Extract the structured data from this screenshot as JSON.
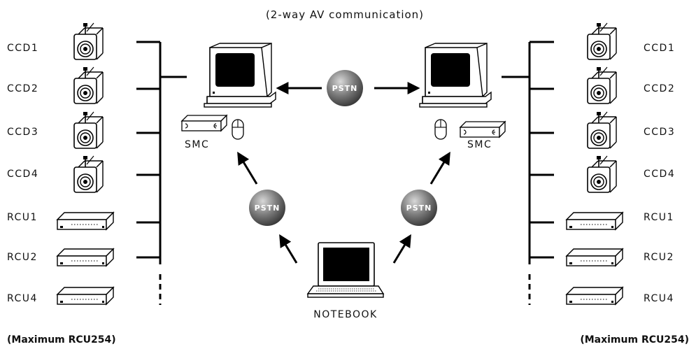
{
  "title": "(2-way AV communication)",
  "left": {
    "labels": [
      "CCD1",
      "CCD2",
      "CCD3",
      "CCD4",
      "RCU1",
      "RCU2",
      "RCU4"
    ],
    "smc_label": "SMC",
    "footnote": "(Maximum RCU254)"
  },
  "right": {
    "labels": [
      "CCD1",
      "CCD2",
      "CCD3",
      "CCD4",
      "RCU1",
      "RCU2",
      "RCU4"
    ],
    "smc_label": "SMC",
    "footnote": "(Maximum RCU254)"
  },
  "pstn": [
    "PSTN",
    "PSTN",
    "PSTN"
  ],
  "notebook_label": "NOTEBOOK"
}
